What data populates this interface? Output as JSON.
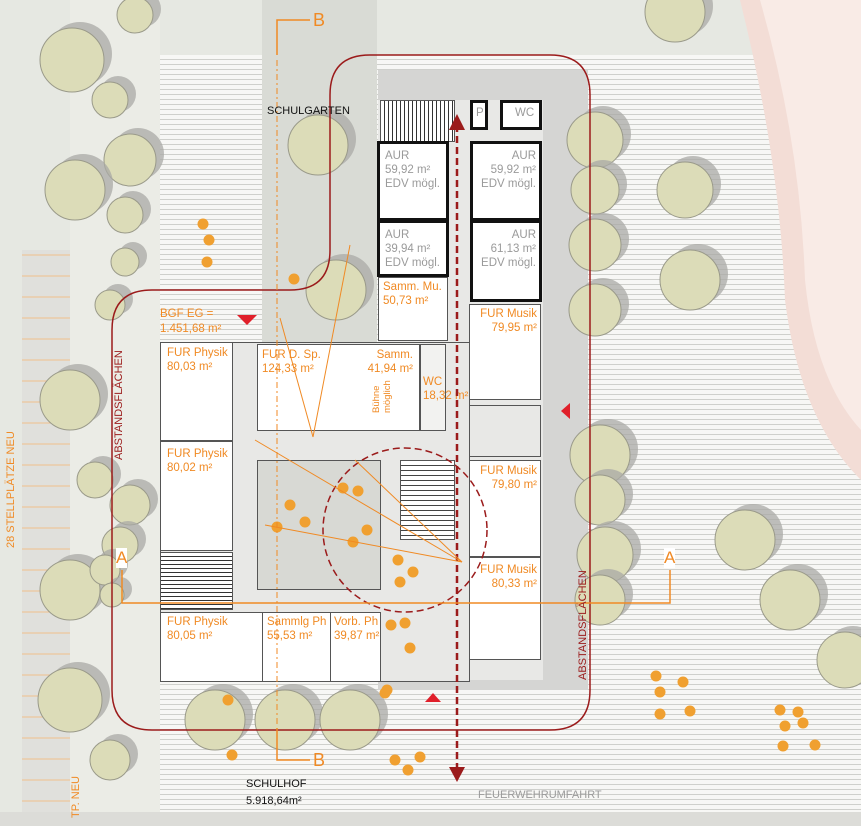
{
  "labels": {
    "schulgarten": "SCHULGARTEN",
    "schulhof": "SCHULHOF",
    "schulhof_area": "5.918,64m²",
    "feuerwehrumfahrt": "FEUERWEHRUMFAHRT",
    "stellplaetze": "28 STELLPLÄTZE NEU",
    "stp_neu": "TP. NEU",
    "abstandsflaechen_left": "ABSTANDSFLÄCHEN",
    "abstandsflaechen_right": "ABSTANDSFLÄCHEN",
    "bgf_label": "BGF EG =",
    "bgf_value": "1.451,68 m²",
    "section_b_top": "B",
    "section_b_bottom": "B",
    "section_a_left": "A",
    "section_a_right": "A",
    "buehne": "Bühne möglich"
  },
  "rooms": [
    {
      "name": "P",
      "area": ""
    },
    {
      "name": "WC",
      "area": ""
    },
    {
      "name": "AUR",
      "area": "59,92 m²",
      "note": "EDV mögl."
    },
    {
      "name": "AUR",
      "area": "59,92 m²",
      "note": "EDV mögl."
    },
    {
      "name": "AUR",
      "area": "39,94 m²",
      "note": "EDV mögl."
    },
    {
      "name": "AUR",
      "area": "61,13 m²",
      "note": "EDV mögl."
    },
    {
      "name": "Samm. Mu.",
      "area": "50,73 m²"
    },
    {
      "name": "FUR Musik",
      "area": "79,95 m²"
    },
    {
      "name": "FUR Physik",
      "area": "80,03 m²"
    },
    {
      "name": "FUR D. Sp.",
      "area": "124,33 m²"
    },
    {
      "name": "Samm.",
      "area": "41,94 m²"
    },
    {
      "name": "WC",
      "area": "18,32 m²"
    },
    {
      "name": "FUR Physik",
      "area": "80,02 m²"
    },
    {
      "name": "FUR Musik",
      "area": "79,80 m²"
    },
    {
      "name": "FUR Musik",
      "area": "80,33 m²"
    },
    {
      "name": "FUR Physik",
      "area": "80,05 m²"
    },
    {
      "name": "Sammlg Ph",
      "area": "55,53 m²"
    },
    {
      "name": "Vorb. Ph",
      "area": "39,87 m²"
    }
  ],
  "colors": {
    "orange": "#f08a24",
    "darkred": "#9b1b1b",
    "red": "#e0202a",
    "tree": "#dcdcb8",
    "shadow": "#a9a9a6",
    "road": "#f3ddd6"
  }
}
